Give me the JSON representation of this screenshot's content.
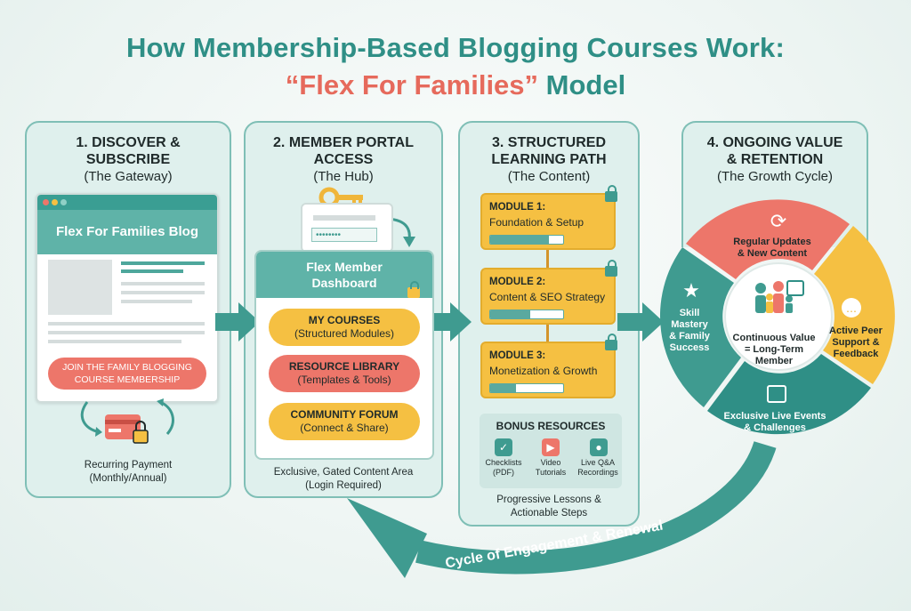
{
  "title": {
    "line1": "How Membership-Based Blogging Courses Work:",
    "line2_accent": "“Flex For Families”",
    "line2_rest": " Model"
  },
  "colors": {
    "teal": "#3f9b90",
    "coral": "#ed766a",
    "yellow": "#f5c042",
    "dark_teal": "#2f8f86"
  },
  "step1": {
    "heading": "1. DISCOVER &",
    "heading2": "SUBSCRIBE",
    "sub": "(The Gateway)",
    "blog_title": "Flex For Families Blog",
    "cta_line1": "JOIN THE FAMILY BLOGGING",
    "cta_line2": "COURSE MEMBERSHIP",
    "caption1": "Recurring Payment",
    "caption2": "(Monthly/Annual)"
  },
  "step2": {
    "heading": "2. MEMBER PORTAL",
    "heading2": "ACCESS",
    "sub": "(The Hub)",
    "password": "••••••••",
    "dash_title1": "Flex Member",
    "dash_title2": "Dashboard",
    "items": [
      {
        "title": "MY COURSES",
        "sub": "(Structured Modules)"
      },
      {
        "title": "RESOURCE LIBRARY",
        "sub": "(Templates & Tools)"
      },
      {
        "title": "COMMUNITY FORUM",
        "sub": "(Connect & Share)"
      }
    ],
    "caption1": "Exclusive, Gated Content Area",
    "caption2": "(Login Required)"
  },
  "step3": {
    "heading": "3. STRUCTURED",
    "heading2": "LEARNING PATH",
    "sub": "(The Content)",
    "modules": [
      {
        "title": "MODULE 1:",
        "name": "Foundation & Setup",
        "progress": 0.8
      },
      {
        "title": "MODULE 2:",
        "name": "Content & SEO Strategy",
        "progress": 0.55
      },
      {
        "title": "MODULE 3:",
        "name": "Monetization & Growth",
        "progress": 0.35
      }
    ],
    "bonus_title": "BONUS RESOURCES",
    "bonus_items": [
      {
        "label1": "Checklists",
        "label2": "(PDF)"
      },
      {
        "label1": "Video",
        "label2": "Tutorials"
      },
      {
        "label1": "Live Q&A",
        "label2": "Recordings"
      }
    ],
    "caption1": "Progressive Lessons &",
    "caption2": "Actionable Steps"
  },
  "step4": {
    "heading": "4. ONGOING VALUE",
    "heading2": "& RETENTION",
    "sub": "(The Growth Cycle)",
    "segments": [
      {
        "l1": "Regular Updates",
        "l2": "& New Content"
      },
      {
        "l1": "Active Peer",
        "l2": "Support &",
        "l3": "Feedback"
      },
      {
        "l1": "Exclusive Live Events",
        "l2": "& Challenges"
      },
      {
        "l1": "Skill",
        "l2": "Mastery",
        "l3": "& Family",
        "l4": "Success"
      }
    ],
    "center1": "Continuous Value",
    "center2": "= Long-Term",
    "center3": "Member"
  },
  "cycle_label": "Cycle of Engagement & Renewal"
}
